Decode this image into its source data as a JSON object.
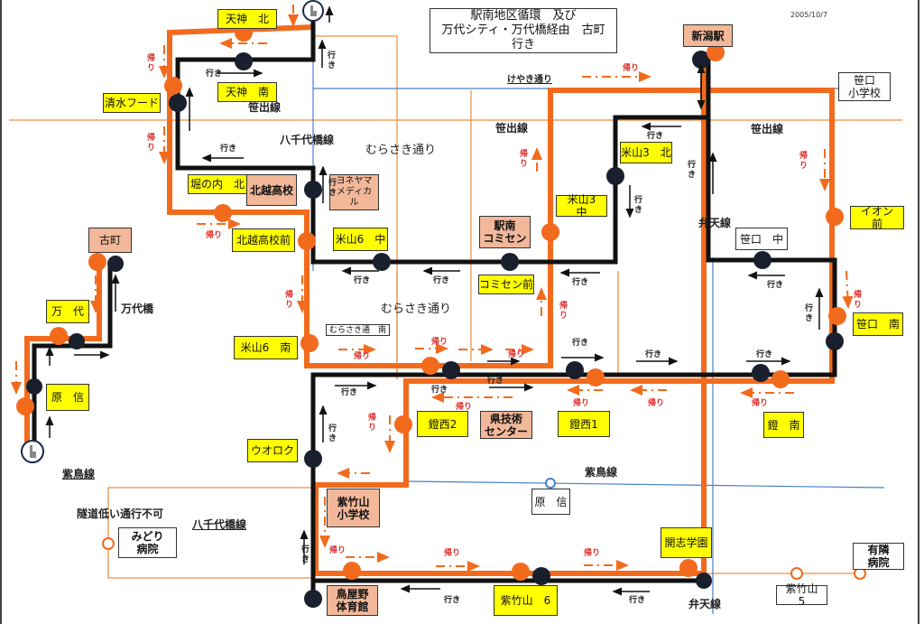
{
  "title": {
    "line1": "駅南地区循環　及び",
    "line2": "万代シティ・万代橋経由　古町",
    "line3": "行き"
  },
  "date": "2005/10/7",
  "legend": {
    "outbound_label": "行き",
    "return_label": "帰り"
  },
  "colors": {
    "outbound_route": "#111111",
    "return_route": "#f26b1d",
    "street_orange": "#f0a060",
    "street_blue": "#4a7fc8",
    "stop_yellow": "#ffff00",
    "stop_pink": "#f2b899",
    "return_text": "#e03030"
  },
  "streets": {
    "keyaki": "けやき通り",
    "sasade_1": "笹出線",
    "sasade_2": "笹出線",
    "sasade_3": "笹出線",
    "yachiyo_1": "八千代橋線",
    "yachiyo_2": "八千代橋線",
    "murasaki_1": "むらさき通り",
    "murasaki_2": "むらさき通り",
    "benten_1": "弁天線",
    "benten_2": "弁天線",
    "shiba_1": "紫鳥線",
    "shiba_2": "紫鳥線",
    "bandai_bridge": "万代橋",
    "tunnel_note": "隧道低い通行不可"
  },
  "stops": {
    "tenjin_kita": "天神　北",
    "tenjin_minami": "天神　南",
    "shimizu_food": "清水フード",
    "horinouchi_kita": "堀の内　北",
    "hokuetsu_koko": "北越高校",
    "yoneyama_medical": "ヨネヤマ\nメディカ\nル",
    "hokuetsu_koko_mae": "北越高校前",
    "yoneyama6_naka": "米山6　中",
    "ekinan_komisen": "駅南\nコミセン",
    "komisen_mae": "コミセン前",
    "yoneyama3_naka": "米山3　中",
    "yoneyama3_kita": "米山3　北",
    "niigata_eki": "新潟駅",
    "sasaguchi_shogakko": "笹口\n小学校",
    "aeon_mae": "イオン　前",
    "sasaguchi_naka": "笹口　中",
    "sasaguchi_minami": "笹口　南",
    "kagi_minami": "鐙　南",
    "kagi_nishi1": "鐙西1",
    "kagi_nishi2": "鐙西2",
    "kengijutsu_center": "県技術\nセンター",
    "murasaki_minami": "むらさき通　南",
    "yoneyama6_minami": "米山6　南",
    "furumachi": "古町",
    "bandai": "万　代",
    "harashin": "原　信",
    "harashin_2": "原　信",
    "uoroku": "ウオロク",
    "shichikuyama_shogakko": "紫竹山\n小学校",
    "midori_hospital": "みどり\n病院",
    "toriyano_taiikukan": "鳥屋野\n体育館",
    "shichikuyama6": "紫竹山　6",
    "kaishi_gakuen": "開志学園",
    "shichikuyama5": "紫竹山　5",
    "ariake_hospital": "有隣\n病院"
  }
}
